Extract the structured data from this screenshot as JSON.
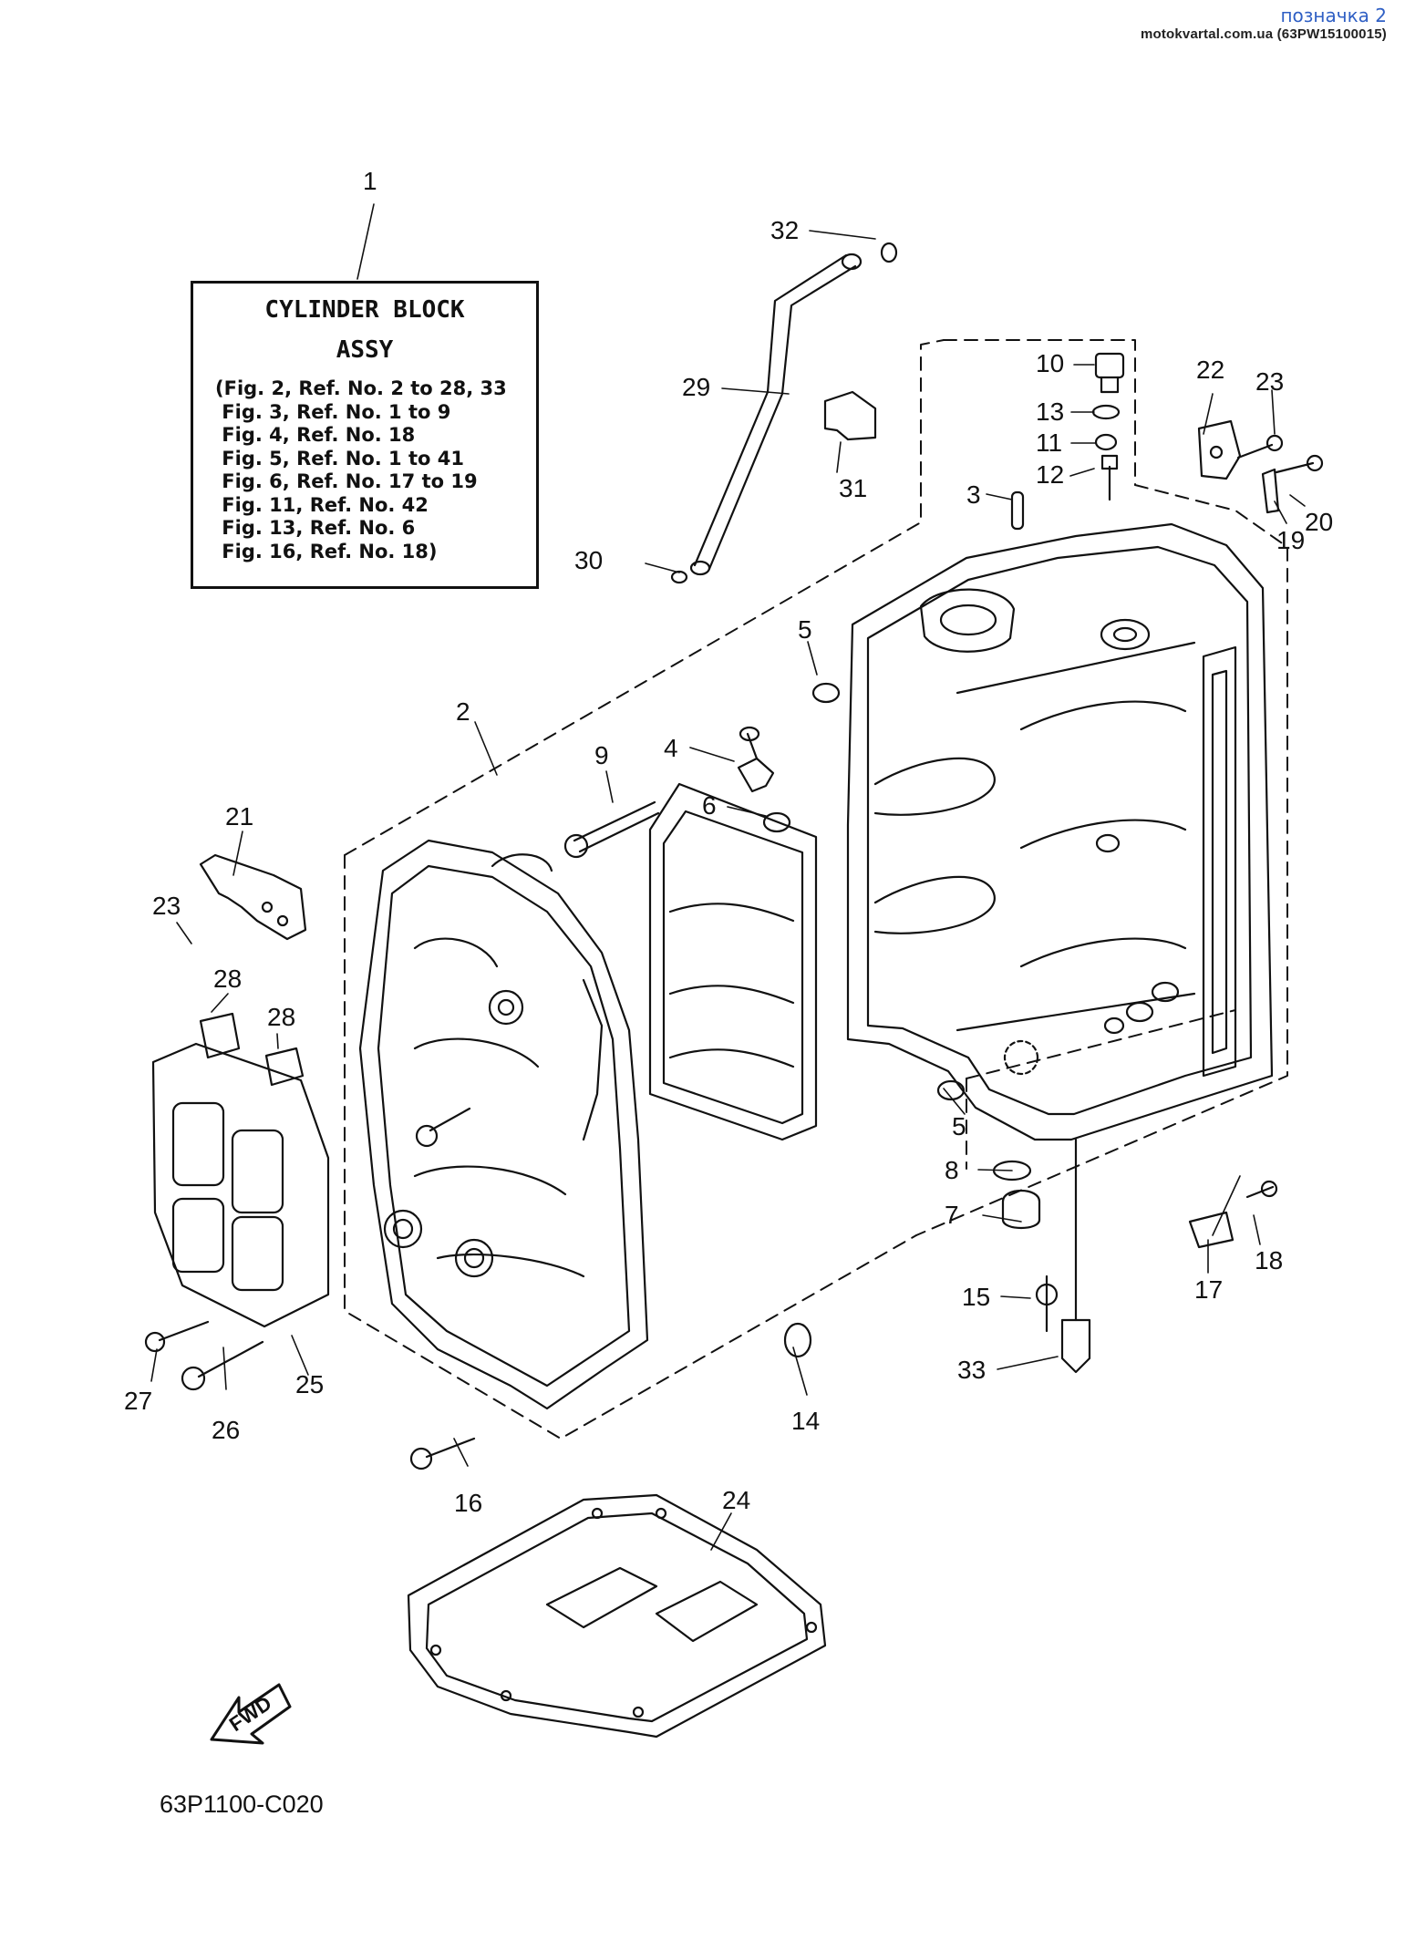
{
  "header": {
    "link_text": "позначка 2",
    "source_text": "motokvartal.com.ua (63PW15100015)"
  },
  "ref_box": {
    "title_line1": "CYLINDER BLOCK",
    "title_line2": "ASSY",
    "lines": [
      "(Fig. 2, Ref. No. 2 to 28, 33",
      " Fig. 3, Ref. No. 1 to 9",
      " Fig. 4, Ref. No. 18",
      " Fig. 5, Ref. No. 1 to 41",
      " Fig. 6, Ref. No. 17 to 19",
      " Fig. 11, Ref. No. 42",
      " Fig. 13, Ref. No. 6",
      " Fig. 16, Ref. No. 18)"
    ]
  },
  "callouts": [
    "1",
    "2",
    "3",
    "4",
    "5",
    "5",
    "6",
    "7",
    "8",
    "9",
    "10",
    "11",
    "12",
    "13",
    "14",
    "15",
    "16",
    "17",
    "18",
    "19",
    "20",
    "21",
    "22",
    "23",
    "23",
    "24",
    "25",
    "26",
    "27",
    "28",
    "28",
    "29",
    "30",
    "31",
    "32",
    "33"
  ],
  "fwd_label": "FWD",
  "diagram_code": "63P1100-C020"
}
